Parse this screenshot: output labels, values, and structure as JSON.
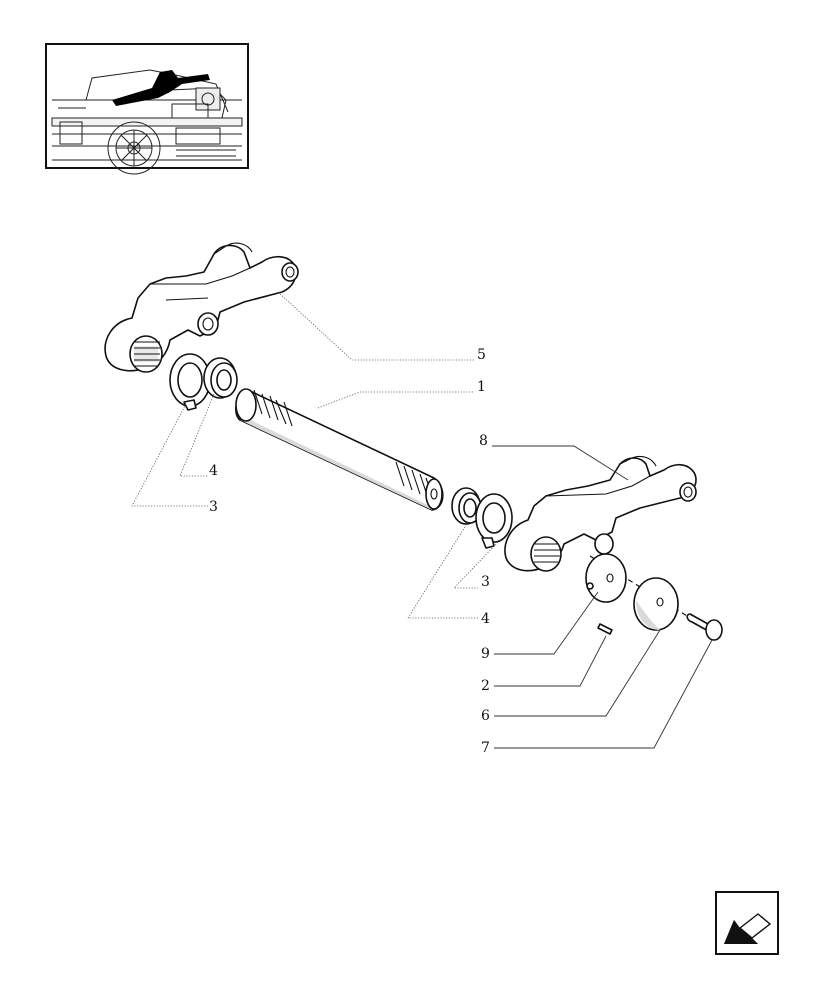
{
  "callouts": [
    {
      "id": "5",
      "text": "5"
    },
    {
      "id": "1",
      "text": "1"
    },
    {
      "id": "4a",
      "text": "4"
    },
    {
      "id": "3a",
      "text": "3"
    },
    {
      "id": "8",
      "text": "8"
    },
    {
      "id": "3b",
      "text": "3"
    },
    {
      "id": "4b",
      "text": "4"
    },
    {
      "id": "9",
      "text": "9"
    },
    {
      "id": "2",
      "text": "2"
    },
    {
      "id": "6",
      "text": "6"
    },
    {
      "id": "7",
      "text": "7"
    }
  ],
  "icons": {
    "thumbnail": "tractor-location-thumbnail",
    "nav": "back-arrow-icon"
  }
}
